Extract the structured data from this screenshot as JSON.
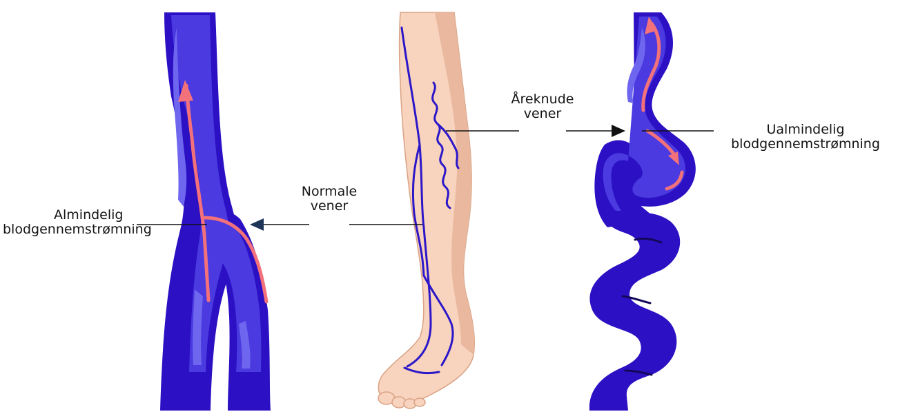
{
  "labels": {
    "normal_veins": [
      "Normale",
      "vener"
    ],
    "normal_flow": [
      "Almindelig",
      "blodgennemstrømning"
    ],
    "varicose_veins": [
      "Åreknude",
      "vener"
    ],
    "abnormal_flow": [
      "Ualmindelig",
      "blodgennemstrømning"
    ]
  },
  "colors": {
    "vein_wall": "#2c10c4",
    "vein_fill": "#4a3ae0",
    "vein_highlight": "#6f66ef",
    "flow_arrow": "#f2717a",
    "skin": "#f8d3bd",
    "skin_shadow": "#eab89e",
    "skin_outline": "#d9a284",
    "leg_vein": "#2b17c9",
    "pointer": "#111111",
    "pointer_arrow_left": "#1d3557"
  }
}
